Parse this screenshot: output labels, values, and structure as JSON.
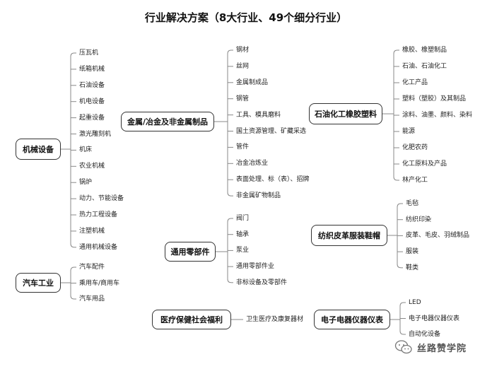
{
  "title": "行业解决方案（8大行业、49个细分行业）",
  "categories": {
    "machinery": {
      "name": "机械设备",
      "items": [
        "压瓦机",
        "纸箱机械",
        "石油设备",
        "机电设备",
        "起重设备",
        "激光雕刻机",
        "机床",
        "农业机械",
        "锅炉",
        "动力、节能设备",
        "热力工程设备",
        "注塑机械",
        "通用机械设备"
      ]
    },
    "auto": {
      "name": "汽车工业",
      "items": [
        "汽车配件",
        "乘用车/商用车",
        "汽车用品"
      ]
    },
    "metal": {
      "name": "金属/冶金及非金属制品",
      "items": [
        "钢材",
        "丝网",
        "金属制成品",
        "钢管",
        "工具、模具磨料",
        "国土资源管理、矿藏采选",
        "管件",
        "冶金冶炼业",
        "表面处理、标（表）、招牌",
        "非金属矿物制品"
      ]
    },
    "parts": {
      "name": "通用零部件",
      "items": [
        "阀门",
        "轴承",
        "泵业",
        "通用零部件业",
        "非标设备及零部件"
      ]
    },
    "medical": {
      "name": "医疗保健社会福利",
      "items": [
        "卫生医疗及康复器材"
      ]
    },
    "petro": {
      "name": "石油化工橡胶塑料",
      "items": [
        "橡胶、橡塑制品",
        "石油、石油化工",
        "化工产品",
        "塑料（塑胶）及其制品",
        "涂料、油墨、颜料、染料",
        "能源",
        "化肥农药",
        "化工原料及产品",
        "林产化工"
      ]
    },
    "textile": {
      "name": "纺织皮革服装鞋帽",
      "items": [
        "毛毡",
        "纺织印染",
        "皮革、毛皮、羽绒制品",
        "服装",
        "鞋类"
      ]
    },
    "electronics": {
      "name": "电子电器仪器仪表",
      "items": [
        "LED",
        "电子电器仪器仪表",
        "自动化设备"
      ]
    }
  },
  "watermark": {
    "text": "丝路赞学院",
    "icon": "wechat-icon"
  },
  "colors": {
    "line": "#888888",
    "border": "#333333",
    "text": "#222222"
  }
}
